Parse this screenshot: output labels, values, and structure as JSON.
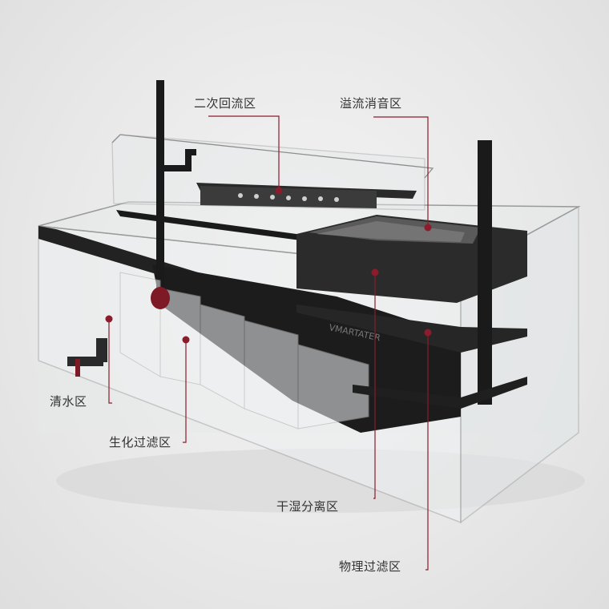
{
  "labels": {
    "secondary_return": "二次回流区",
    "overflow_silencer": "溢流消音区",
    "clean_water": "清水区",
    "bio_filter": "生化过滤区",
    "dry_wet_separation": "干湿分离区",
    "physical_filter": "物理过滤区"
  },
  "colors": {
    "callout": "#8a1c2b",
    "background": "#ececec",
    "frame": "#1e1e1e",
    "glass_edge": "#9a9a9a"
  }
}
